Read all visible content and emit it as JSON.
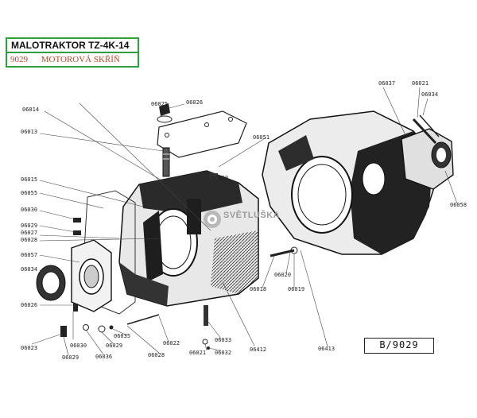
{
  "title": {
    "tractor": "MALOTRAKTOR TZ-4K-14",
    "code": "9029",
    "part": "MOTOROVÁ SKŘÍŇ"
  },
  "stamp": "B/9029",
  "watermark": "SVĚTLUŠKA",
  "labels": [
    "06025",
    "06026",
    "06014",
    "06013",
    "06051",
    "06015",
    "06055",
    "06030",
    "06029",
    "06027",
    "06028",
    "06057",
    "06034",
    "06026",
    "06023",
    "06029",
    "06030",
    "06036",
    "06029",
    "06035",
    "06028",
    "06022",
    "06021",
    "06032",
    "06033",
    "06412",
    "06050",
    "06018",
    "06019",
    "06020",
    "06413",
    "06037",
    "06021",
    "06034",
    "06058"
  ],
  "colors": {
    "frame": "#2e9e3e",
    "subtitle": "#b04a2a",
    "ink": "#1a1a1a"
  }
}
